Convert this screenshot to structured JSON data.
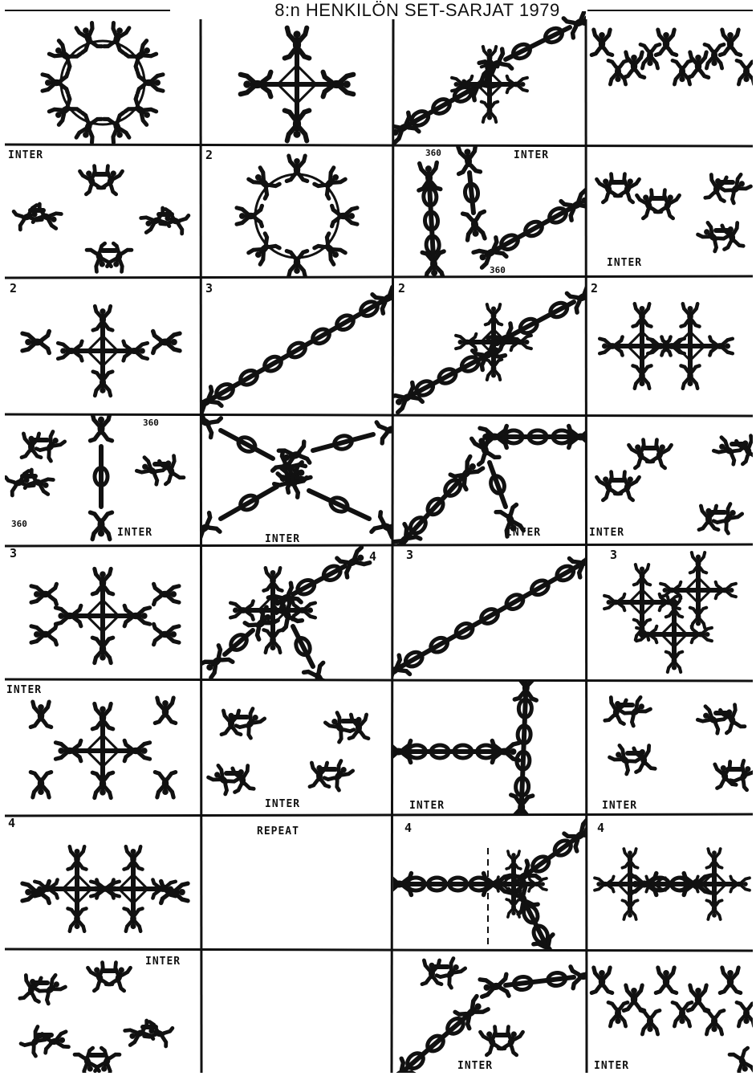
{
  "title": "8:n HENKILÖN SET-SARJAT 1979",
  "cells": [
    {
      "id": "r1c1",
      "number": "",
      "note": ""
    },
    {
      "id": "r1c2",
      "number": "",
      "note": ""
    },
    {
      "id": "r1c3",
      "number": "",
      "note": ""
    },
    {
      "id": "r1c4",
      "number": "",
      "note": ""
    },
    {
      "id": "r2c1",
      "number": "",
      "note": "INTER"
    },
    {
      "id": "r2c2",
      "number": "2",
      "note": ""
    },
    {
      "id": "r2c3",
      "number": "",
      "note": "INTER",
      "rotation_marks": [
        "360",
        "360"
      ]
    },
    {
      "id": "r2c4",
      "number": "",
      "note": "INTER"
    },
    {
      "id": "r3c1",
      "number": "2",
      "note": ""
    },
    {
      "id": "r3c2",
      "number": "3",
      "note": ""
    },
    {
      "id": "r3c3",
      "number": "2",
      "note": ""
    },
    {
      "id": "r3c4",
      "number": "2",
      "note": ""
    },
    {
      "id": "r4c1",
      "number": "",
      "note": "INTER",
      "rotation_marks": [
        "360",
        "360"
      ]
    },
    {
      "id": "r4c2",
      "number": "",
      "note": "INTER"
    },
    {
      "id": "r4c3",
      "number": "",
      "note": "INTER"
    },
    {
      "id": "r4c4",
      "number": "",
      "note": "INTER"
    },
    {
      "id": "r5c1",
      "number": "3",
      "note": ""
    },
    {
      "id": "r5c2",
      "number": "4",
      "note": ""
    },
    {
      "id": "r5c3",
      "number": "3",
      "note": ""
    },
    {
      "id": "r5c4",
      "number": "3",
      "note": ""
    },
    {
      "id": "r6c1",
      "number": "",
      "note": "INTER"
    },
    {
      "id": "r6c2",
      "number": "",
      "note": "INTER"
    },
    {
      "id": "r6c3",
      "number": "",
      "note": "INTER"
    },
    {
      "id": "r6c4",
      "number": "",
      "note": "INTER"
    },
    {
      "id": "r7c1",
      "number": "4",
      "note": ""
    },
    {
      "id": "r7c2",
      "number": "",
      "note": "REPEAT"
    },
    {
      "id": "r7c3",
      "number": "4",
      "note": ""
    },
    {
      "id": "r7c4",
      "number": "4",
      "note": ""
    },
    {
      "id": "r8c1",
      "number": "",
      "note": "INTER"
    },
    {
      "id": "r8c2",
      "number": "",
      "note": ""
    },
    {
      "id": "r8c3",
      "number": "",
      "note": "INTER"
    },
    {
      "id": "r8c4",
      "number": "",
      "note": "INTER"
    }
  ],
  "colors": {
    "ink": "#111111",
    "paper": "#ffffff"
  }
}
